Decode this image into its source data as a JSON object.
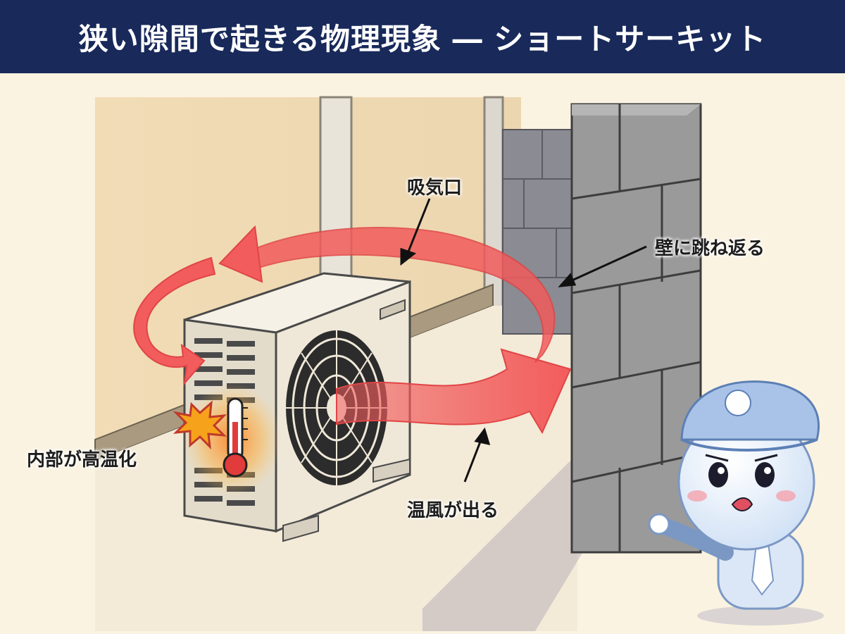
{
  "header": {
    "title": "狭い隙間で起きる物理現象 ― ショートサーキット"
  },
  "labels": {
    "intake": "吸気口",
    "wall_bounce": "壁に跳ね返る",
    "internal_heat": "内部が高温化",
    "warm_air_out": "温風が出る"
  },
  "colors": {
    "header_bg": "#18295a",
    "background": "#fbf3e1",
    "airflow_arrow": "#f25c5c",
    "wall": "#8f8f8f",
    "ac_body": "#efe8d8"
  },
  "icons": [
    "fan-icon",
    "thermometer-icon",
    "spark-icon",
    "mascot"
  ]
}
